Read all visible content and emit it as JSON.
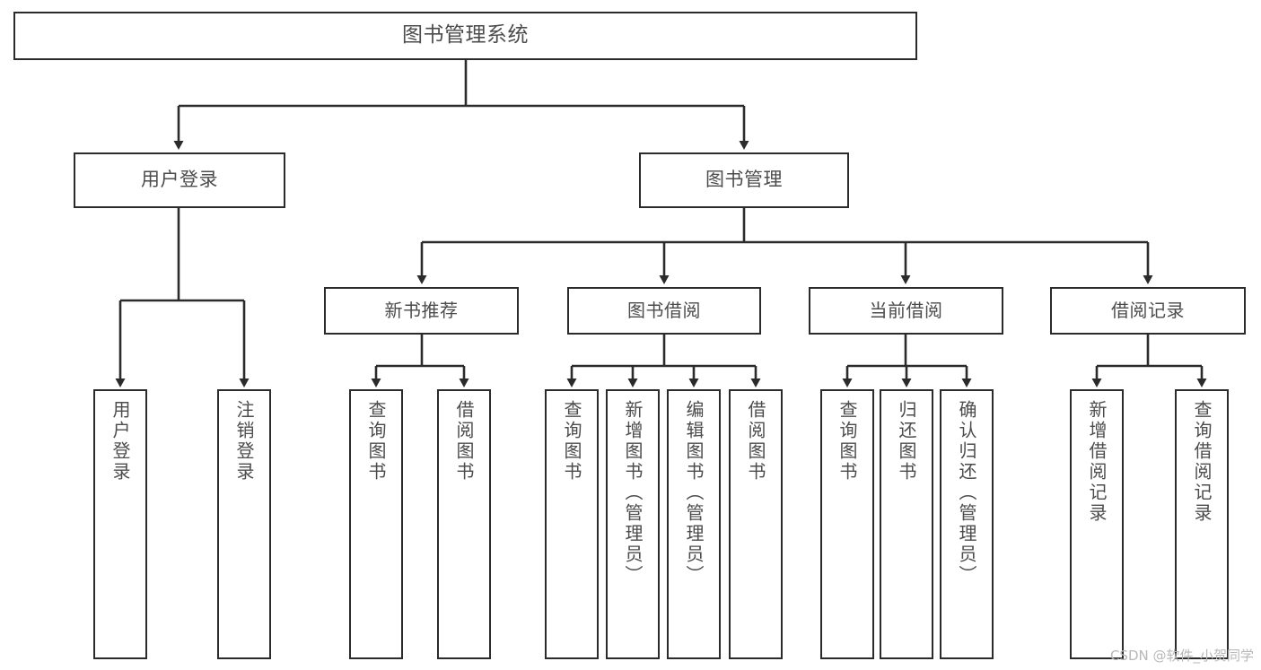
{
  "diagram": {
    "title": "图书管理系统",
    "watermark": "CSDN @软件_小贺同学",
    "colors": {
      "border": "#2b2b2b",
      "text": "#4c4c4c",
      "background": "#ffffff",
      "edge": "#2b2b2b",
      "watermark": "#b8b8b8"
    },
    "root": {
      "label": "图书管理系统"
    },
    "level1": [
      {
        "label": "用户登录"
      },
      {
        "label": "图书管理"
      }
    ],
    "level2": [
      {
        "label": "新书推荐"
      },
      {
        "label": "图书借阅"
      },
      {
        "label": "当前借阅"
      },
      {
        "label": "借阅记录"
      }
    ],
    "leaves": {
      "user_login": [
        {
          "label": "用户登录"
        },
        {
          "label": "注销登录"
        }
      ],
      "new_book": [
        {
          "label": "查询图书"
        },
        {
          "label": "借阅图书"
        }
      ],
      "book_borrow": [
        {
          "label": "查询图书"
        },
        {
          "label": "新增图书（管理员）"
        },
        {
          "label": "编辑图书（管理员）"
        },
        {
          "label": "借阅图书"
        }
      ],
      "current_borrow": [
        {
          "label": "查询图书"
        },
        {
          "label": "归还图书"
        },
        {
          "label": "确认归还（管理员）"
        }
      ],
      "borrow_record": [
        {
          "label": "新增借阅记录"
        },
        {
          "label": "查询借阅记录"
        }
      ]
    }
  }
}
